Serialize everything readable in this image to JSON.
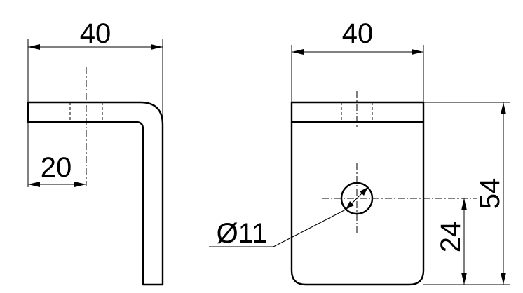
{
  "dimensions": {
    "side_width": "40",
    "side_offset": "20",
    "front_width": "40",
    "hole_diameter": "Ø11",
    "hole_height": "24",
    "total_height": "54"
  }
}
